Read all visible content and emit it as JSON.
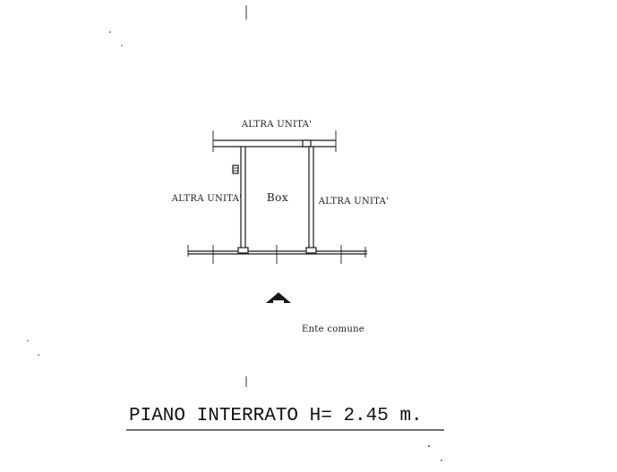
{
  "labels": {
    "top": "ALTRA UNITA'",
    "left": "ALTRA UNITA'",
    "right": "ALTRA UNITA'",
    "box": "Box",
    "entrance": "Ente comune"
  },
  "title": "PIANO INTERRATO H= 2.45 m.",
  "colors": {
    "ink": "#1a1a1a",
    "paper": "#ffffff"
  },
  "icons": {
    "entrance_arrow": "arrow-up-icon",
    "vent": "vent-grille-icon"
  }
}
